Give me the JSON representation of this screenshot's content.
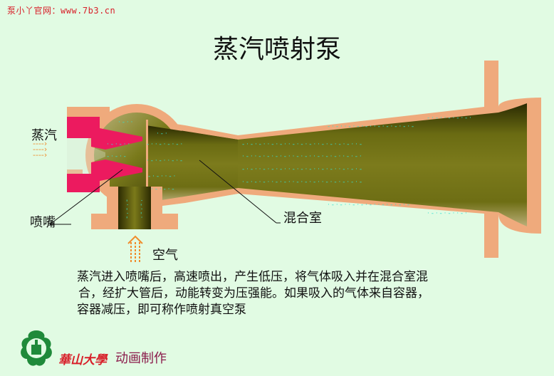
{
  "watermark": "泵小丫官网：www.7b3.cn",
  "title": "蒸汽喷射泵",
  "labels": {
    "steam": "蒸汽",
    "nozzle": "喷嘴",
    "mixing_chamber": "混合室",
    "air": "空气"
  },
  "description": [
    "蒸汽进入喷嘴后，高速喷出，产生低压，将气体吸入并在混合室混",
    "合，经扩大管后，动能转变为压强能。如果吸入的气体来自容器，",
    "容器减压，即可称作喷射真空泵"
  ],
  "credit": {
    "university": "華山大學",
    "text": "动画制作"
  },
  "colors": {
    "background": "#e1fbe3",
    "casing": "#efaa7c",
    "nozzle": "#ec1a5f",
    "flow_dark": "#2a2a02",
    "flow_mid": "#757616",
    "flow_light": "#bab47d",
    "particles": "#35e0cf",
    "logo": "#1f8a3a",
    "watermark": "#d8202a"
  },
  "icons": [
    "steam-inlet-arrows-icon",
    "air-inlet-arrows-icon",
    "university-logo-icon"
  ]
}
